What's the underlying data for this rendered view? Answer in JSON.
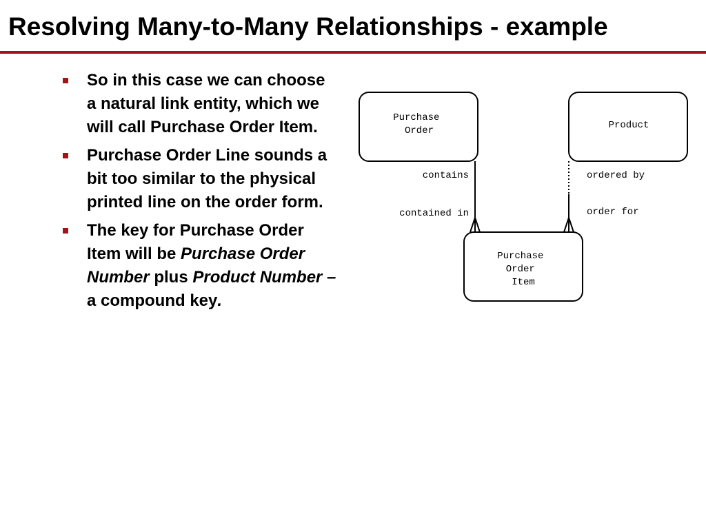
{
  "title": "Resolving Many-to-Many Relationships - example",
  "accent_color": "#a31515",
  "bullets": [
    {
      "segments": [
        {
          "text": "So in this case we can choose a natural link entity, which we will call Purchase Order Item.",
          "italic": false
        }
      ]
    },
    {
      "segments": [
        {
          "text": "Purchase Order Line sounds a bit too similar to the physical printed line on the order form.",
          "italic": false
        }
      ]
    },
    {
      "segments": [
        {
          "text": "The key for Purchase Order Item will be ",
          "italic": false
        },
        {
          "text": "Purchase Order Number",
          "italic": true
        },
        {
          "text": " plus ",
          "italic": false
        },
        {
          "text": "Product Number",
          "italic": true
        },
        {
          "text": " – a compound key",
          "italic": false
        },
        {
          "text": ".",
          "italic": true
        }
      ]
    }
  ],
  "diagram": {
    "entities": {
      "purchase_order": [
        "Purchase",
        "Order"
      ],
      "product": [
        "Product"
      ],
      "purchase_order_item": [
        "Purchase",
        "Order",
        "Item"
      ]
    },
    "relationships": {
      "left_top_label": "contains",
      "left_bottom_label": "contained in",
      "right_top_label": "ordered by",
      "right_bottom_label": "order for",
      "left_top_optional": false,
      "right_top_optional": true,
      "bottom_end_many": true
    }
  }
}
